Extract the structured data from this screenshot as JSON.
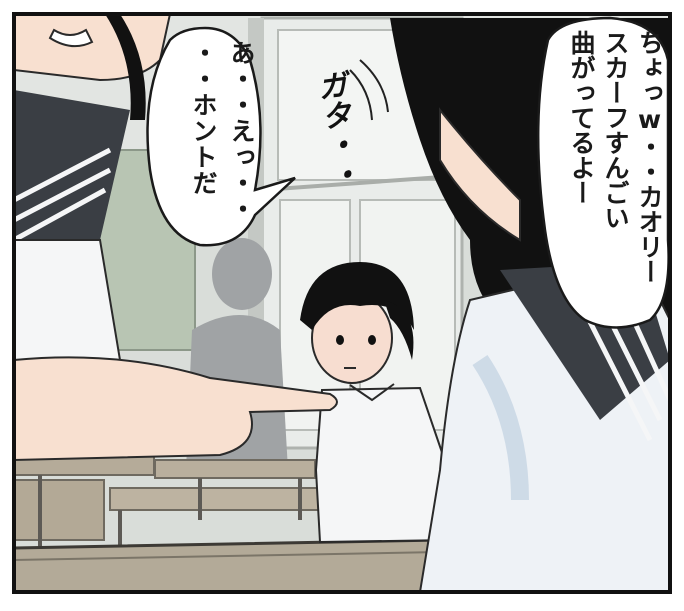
{
  "panel": {
    "bubble_left": {
      "text": "あ・・えっ・・\n・・ホントだ"
    },
    "bubble_right": {
      "text": "ちょっw・・カオリー\nスカーフすんごい\n曲がってるよー"
    },
    "sfx": {
      "text": "ガタ・・"
    }
  },
  "colors": {
    "frame": "#111111",
    "wall": "#d8dcd8",
    "window_frame": "#c9ccc8",
    "board": "#b9c6b4",
    "desk": "#b7ad9b",
    "skin": "#f8e0d0",
    "hair": "#111111",
    "uniform": "#f4f6f8",
    "sailor_collar": "#3a3e44",
    "shadow_figure": "#9fa2a4"
  }
}
